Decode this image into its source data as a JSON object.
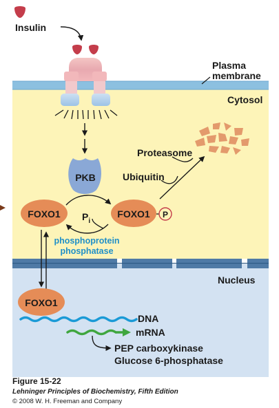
{
  "labels": {
    "insulin": "Insulin",
    "plasma_membrane_line1": "Plasma",
    "plasma_membrane_line2": "membrane",
    "cytosol": "Cytosol",
    "pkb": "PKB",
    "proteasome": "Proteasome",
    "ubiquitin": "Ubiquitin",
    "foxo1_left": "FOXO1",
    "foxo1_right": "FOXO1",
    "phosphate": "P",
    "pi_main": "P",
    "pi_sub": "i",
    "phosphatase_line1": "phosphoprotein",
    "phosphatase_line2": "phosphatase",
    "nucleus": "Nucleus",
    "foxo1_nucleus": "FOXO1",
    "dna": "DNA",
    "mrna": "mRNA",
    "gene1": "PEP carboxykinase",
    "gene2": "Glucose 6-phosphatase"
  },
  "caption": {
    "figure": "Figure 15-22",
    "book": "Lehninger Principles of Biochemistry, Fifth Edition",
    "copyright": "© 2008 W. H. Freeman and Company"
  },
  "colors": {
    "cytosol": "#fdf4b8",
    "nucleus": "#d3e2f2",
    "membrane": "#8cc0e0",
    "nuclear_envelope": "#4f7aa6",
    "foxo1": "#e58c57",
    "pkb": "#8aa8d6",
    "insulin": "#c43d4b",
    "dna": "#1a9ad6",
    "mrna": "#3fa63f",
    "phosphatase_text": "#1f8fc8",
    "proteasome_fragments": "#e39a6c"
  }
}
